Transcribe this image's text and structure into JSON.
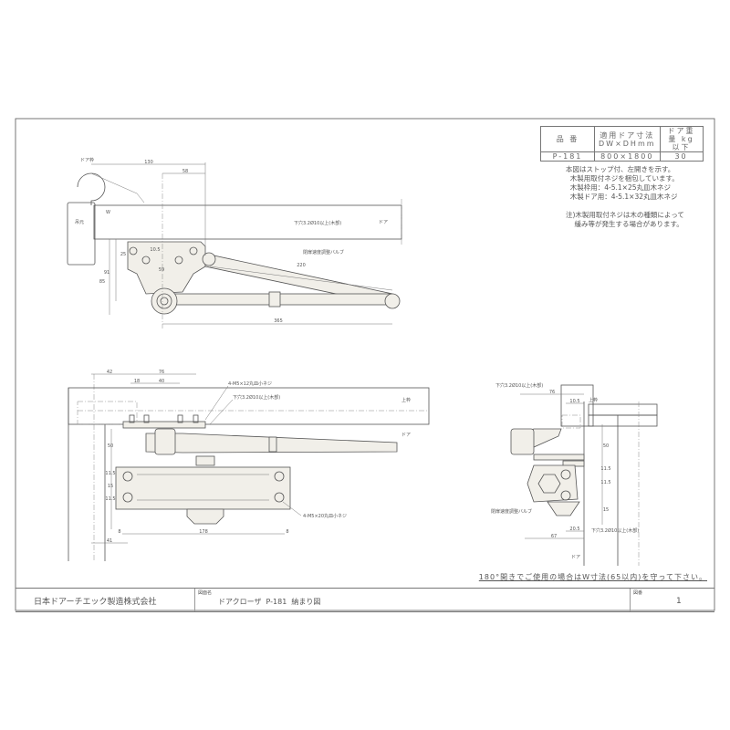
{
  "spec_table": {
    "headers": [
      "品 番",
      "適用ドア寸法 DW×DHmm",
      "ドア重量 kg以下"
    ],
    "row": [
      "P-181",
      "800×1800",
      "30"
    ]
  },
  "notes": {
    "lines": [
      "本図はストップ付、左開きを示す。",
      "  木製用取付ネジを梱包しています。",
      "  木製枠用：4-5.1×25丸皿木ネジ",
      "  木製ドア用：4-5.1×32丸皿木ネジ",
      "",
      "注)木製用取付ネジは木の種類によって",
      "    緩み等が発生する場合があります。"
    ]
  },
  "note_180": "180°開きでご使用の場合はW寸法(65以内)を守って下さい。",
  "title_block": {
    "company": "日本ドアーチエック製造株式会社",
    "drawing_name_label": "図面名",
    "drawing_name": "ドアクローザ  P-181  納まり図",
    "drawing_no_label": "図番",
    "drawing_no": "1"
  },
  "top_view": {
    "labels": [
      "ドア枠",
      "吊元",
      "ドア",
      "下穴3.2Ø10以上(木部)",
      "閉扉速度調整バルブ",
      "W"
    ],
    "dims": [
      "130",
      "58",
      "25",
      "10.5",
      "59",
      "91",
      "85",
      "220",
      "365"
    ]
  },
  "front_view": {
    "labels": [
      "4-M5×12丸皿小ネジ",
      "下穴3.2Ø10以上(木部)",
      "上枠",
      "ドア",
      "4-M5×20丸皿小ネジ"
    ],
    "dims": [
      "42",
      "76",
      "18",
      "40",
      "50",
      "11.5",
      "15",
      "11.5",
      "8",
      "178",
      "8",
      "41"
    ]
  },
  "side_view": {
    "labels": [
      "下穴3.2Ø10以上(木部)",
      "上枠",
      "閉扉速度調整バルブ",
      "下穴3.2Ø10以上(木部)",
      "ドア"
    ],
    "dims": [
      "76",
      "10.5",
      "50",
      "11.5",
      "11.5",
      "15",
      "20.5",
      "67"
    ]
  }
}
